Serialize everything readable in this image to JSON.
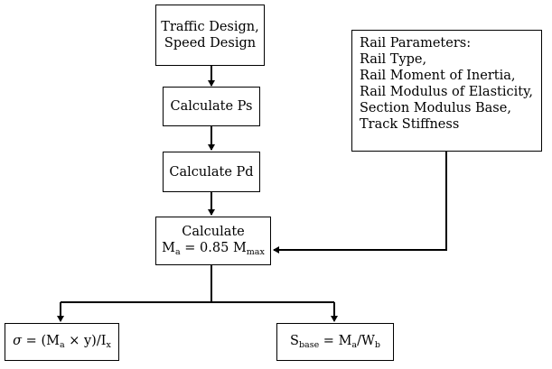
{
  "boxes": {
    "traffic": {
      "line1": "Traffic Design,",
      "line2": "Speed Design"
    },
    "ps": {
      "label": "Calculate Ps"
    },
    "pd": {
      "label": "Calculate Pd"
    },
    "ma": {
      "line1": "Calculate",
      "formula_lhs": "M",
      "formula_lhs_sub": "a",
      "formula_mid": " = 0.85 M",
      "formula_rhs_sub": "max"
    },
    "rail": {
      "lines": [
        "Rail Parameters:",
        "Rail Type,",
        "Rail Moment of Inertia,",
        "Rail Modulus of Elasticity,",
        "Section Modulus Base,",
        "Track Stiffness"
      ]
    },
    "sigma": {
      "sigma": "σ",
      "part1": " = (M",
      "sub1": "a",
      "part2": " × y)/I",
      "sub2": "x"
    },
    "sbase": {
      "part1": "S",
      "sub1": "base",
      "part2": " = M",
      "sub2": "a",
      "part3": "/W",
      "sub3": "b"
    }
  }
}
